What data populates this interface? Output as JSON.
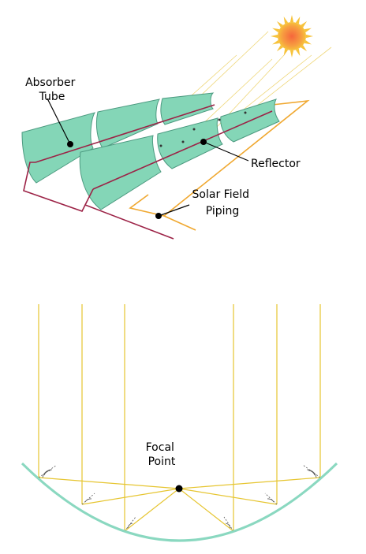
{
  "labels": {
    "absorber_tube": [
      "Absorber",
      "Tube"
    ],
    "reflector": "Reflector",
    "solar_field_piping": [
      "Solar Field",
      "Piping"
    ],
    "focal_point": [
      "Focal",
      "Point"
    ]
  },
  "icons": {
    "sun": "sun-icon"
  },
  "colors": {
    "mirror_fill": "#84d6b7",
    "mirror_stroke": "#4c9a80",
    "sun_ray": "#e8c640",
    "absorber_pipe": "#9c2246",
    "field_piping": "#f0a830",
    "parabola": "#8ad8c0",
    "sunlight": "#e6c530",
    "sun_core": "#f07a3c",
    "sun_rays": "#f7c33b"
  }
}
